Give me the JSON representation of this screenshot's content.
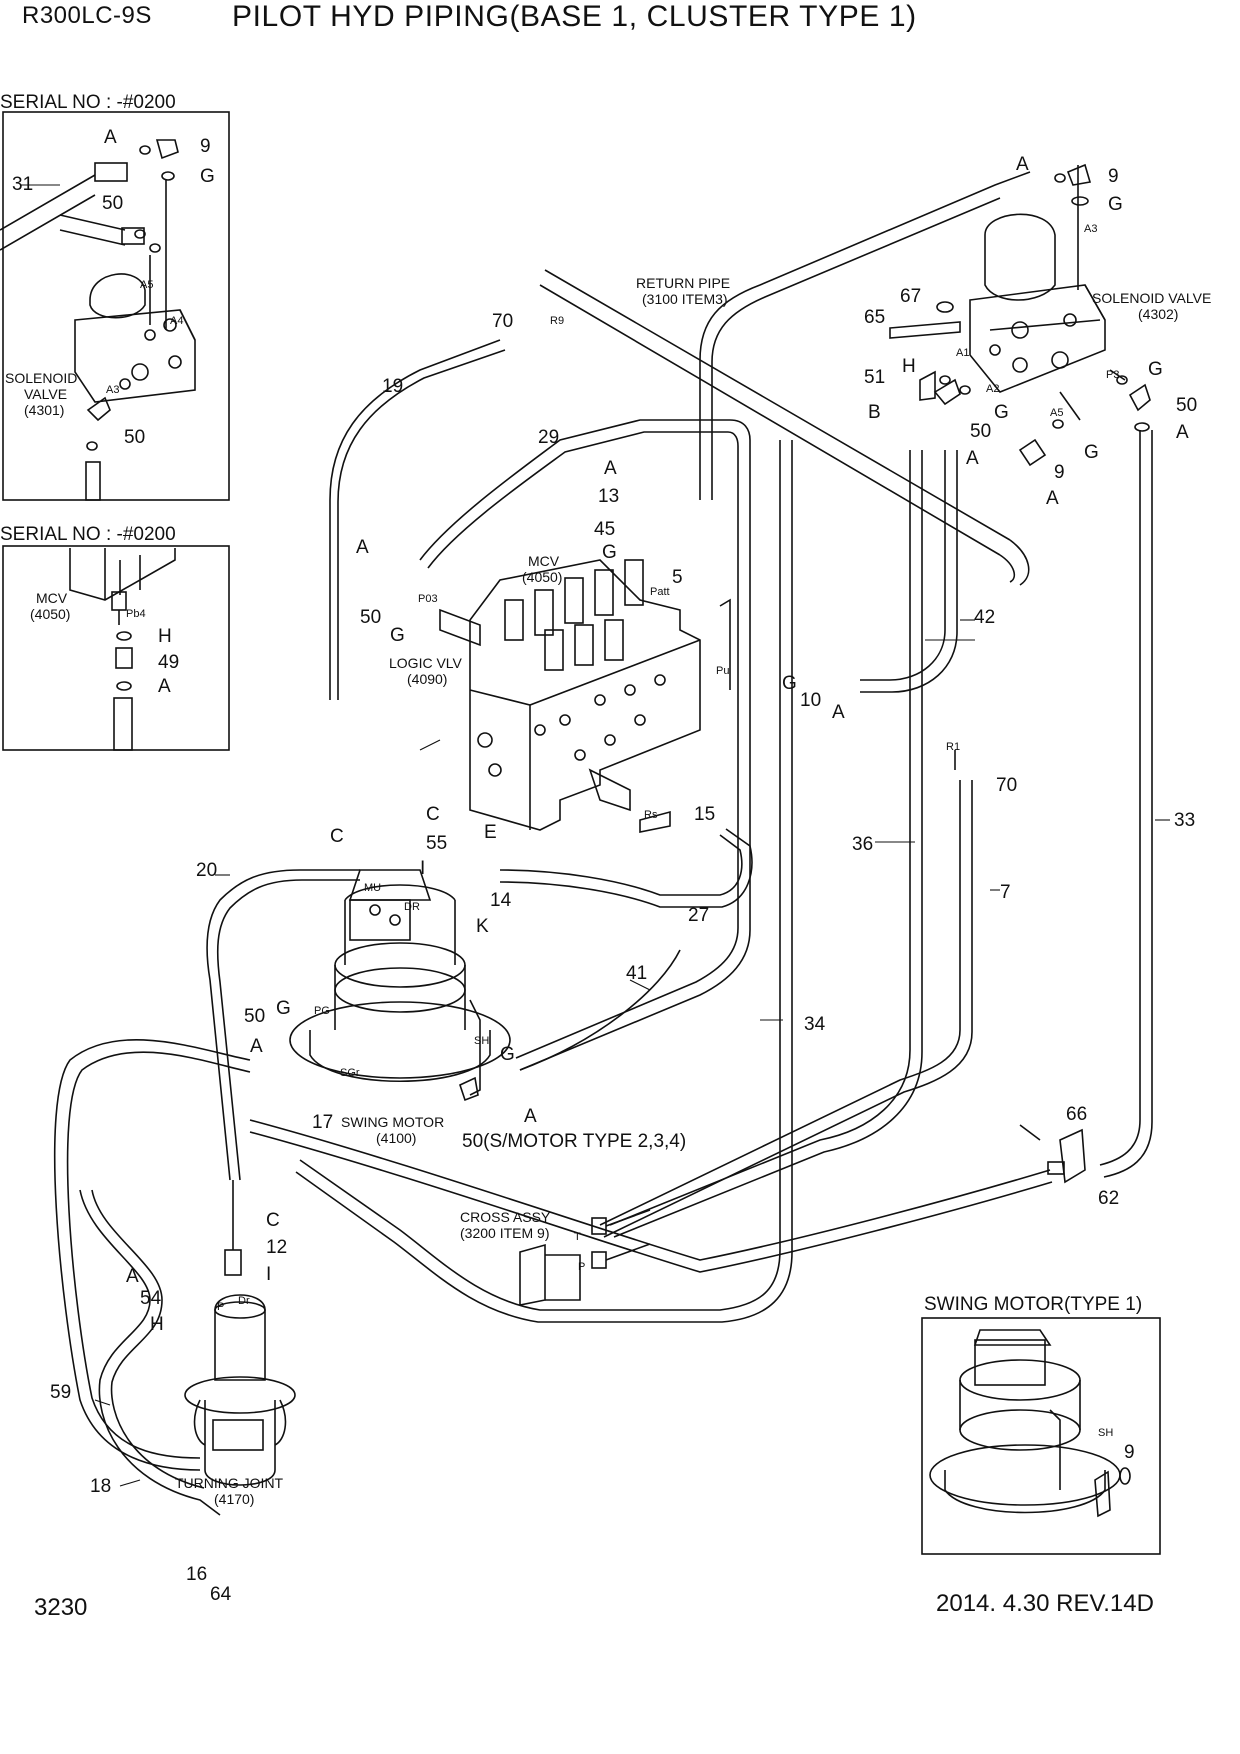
{
  "header": {
    "model": "R300LC-9S",
    "title": "PILOT HYD PIPING(BASE 1, CLUSTER TYPE 1)"
  },
  "footer": {
    "page_number": "3230",
    "revision": "2014. 4.30  REV.14D"
  },
  "insets": {
    "serial_top": "SERIAL NO : -#0200",
    "serial_mid": "SERIAL NO : -#0200",
    "swing_motor_type1": "SWING MOTOR(TYPE 1)"
  },
  "components": {
    "return_pipe": [
      "RETURN PIPE",
      "(3100 ITEM3)"
    ],
    "solenoid_valve": [
      "SOLENOID VALVE",
      "(4302)"
    ],
    "solenoid_valve_inset": [
      "SOLENOID",
      "VALVE",
      "(4301)"
    ],
    "mcv": [
      "MCV",
      "(4050)"
    ],
    "mcv_inset": [
      "MCV",
      "(4050)"
    ],
    "logic_valve": [
      "LOGIC VLV",
      "(4090)"
    ],
    "swing_motor": [
      "SWING MOTOR",
      "(4100)"
    ],
    "cross_assy": [
      "CROSS ASSY",
      "(3200 ITEM 9)"
    ],
    "turning_joint": [
      "TURNING JOINT",
      "(4170)"
    ],
    "smotor_note": "50(S/MOTOR TYPE 2,3,4)"
  },
  "callouts": [
    {
      "id": "c1",
      "text": "A"
    },
    {
      "id": "c2",
      "text": "9"
    },
    {
      "id": "c3",
      "text": "G"
    },
    {
      "id": "c4",
      "text": "31"
    },
    {
      "id": "c5",
      "text": "50"
    },
    {
      "id": "c6",
      "text": "50"
    },
    {
      "id": "c7",
      "text": "H"
    },
    {
      "id": "c8",
      "text": "49"
    },
    {
      "id": "c9",
      "text": "A"
    },
    {
      "id": "c10",
      "text": "A"
    },
    {
      "id": "c11",
      "text": "9"
    },
    {
      "id": "c12",
      "text": "G"
    },
    {
      "id": "c13",
      "text": "67"
    },
    {
      "id": "c14",
      "text": "65"
    },
    {
      "id": "c15",
      "text": "51"
    },
    {
      "id": "c16",
      "text": "H"
    },
    {
      "id": "c17",
      "text": "G"
    },
    {
      "id": "c18",
      "text": "50"
    },
    {
      "id": "c19",
      "text": "B"
    },
    {
      "id": "c20",
      "text": "50"
    },
    {
      "id": "c21",
      "text": "G"
    },
    {
      "id": "c22",
      "text": "A"
    },
    {
      "id": "c23",
      "text": "A"
    },
    {
      "id": "c24",
      "text": "9"
    },
    {
      "id": "c25",
      "text": "G"
    },
    {
      "id": "c26",
      "text": "A"
    },
    {
      "id": "c27",
      "text": "70"
    },
    {
      "id": "c28",
      "text": "19"
    },
    {
      "id": "c29",
      "text": "29"
    },
    {
      "id": "c30",
      "text": "A"
    },
    {
      "id": "c31",
      "text": "13"
    },
    {
      "id": "c32",
      "text": "45"
    },
    {
      "id": "c33",
      "text": "G"
    },
    {
      "id": "c34",
      "text": "5"
    },
    {
      "id": "c35",
      "text": "A"
    },
    {
      "id": "c36",
      "text": "50"
    },
    {
      "id": "c37",
      "text": "G"
    },
    {
      "id": "c38",
      "text": "42"
    },
    {
      "id": "c39",
      "text": "G"
    },
    {
      "id": "c40",
      "text": "10"
    },
    {
      "id": "c41",
      "text": "A"
    },
    {
      "id": "c42",
      "text": "70"
    },
    {
      "id": "c43",
      "text": "33"
    },
    {
      "id": "c44",
      "text": "36"
    },
    {
      "id": "c45",
      "text": "7"
    },
    {
      "id": "c46",
      "text": "C"
    },
    {
      "id": "c47",
      "text": "C"
    },
    {
      "id": "c48",
      "text": "55"
    },
    {
      "id": "c49",
      "text": "I"
    },
    {
      "id": "c50",
      "text": "20"
    },
    {
      "id": "c51",
      "text": "E"
    },
    {
      "id": "c52",
      "text": "15"
    },
    {
      "id": "c53",
      "text": "14"
    },
    {
      "id": "c54",
      "text": "K"
    },
    {
      "id": "c55",
      "text": "27"
    },
    {
      "id": "c56",
      "text": "41"
    },
    {
      "id": "c57",
      "text": "34"
    },
    {
      "id": "c58",
      "text": "G"
    },
    {
      "id": "c59",
      "text": "50"
    },
    {
      "id": "c60",
      "text": "A"
    },
    {
      "id": "c61",
      "text": "G"
    },
    {
      "id": "c62",
      "text": "A"
    },
    {
      "id": "c63",
      "text": "17"
    },
    {
      "id": "c64",
      "text": "66"
    },
    {
      "id": "c65",
      "text": "62"
    },
    {
      "id": "c66",
      "text": "C"
    },
    {
      "id": "c67",
      "text": "12"
    },
    {
      "id": "c68",
      "text": "I"
    },
    {
      "id": "c69",
      "text": "A"
    },
    {
      "id": "c70",
      "text": "54"
    },
    {
      "id": "c71",
      "text": "H"
    },
    {
      "id": "c72",
      "text": "59"
    },
    {
      "id": "c73",
      "text": "18"
    },
    {
      "id": "c74",
      "text": "16"
    },
    {
      "id": "c75",
      "text": "64"
    },
    {
      "id": "c76",
      "text": "9"
    }
  ],
  "ports": [
    {
      "id": "p1",
      "text": "A5"
    },
    {
      "id": "p2",
      "text": "A4"
    },
    {
      "id": "p3",
      "text": "A3"
    },
    {
      "id": "p4",
      "text": "Pb4"
    },
    {
      "id": "p5",
      "text": "A3"
    },
    {
      "id": "p6",
      "text": "A1"
    },
    {
      "id": "p7",
      "text": "A2"
    },
    {
      "id": "p8",
      "text": "A5"
    },
    {
      "id": "p9",
      "text": "P3"
    },
    {
      "id": "p10",
      "text": "R9"
    },
    {
      "id": "p11",
      "text": "P03"
    },
    {
      "id": "p12",
      "text": "Patt"
    },
    {
      "id": "p13",
      "text": "Pu"
    },
    {
      "id": "p14",
      "text": "R1"
    },
    {
      "id": "p15",
      "text": "Rs"
    },
    {
      "id": "p16",
      "text": "MU"
    },
    {
      "id": "p17",
      "text": "DR"
    },
    {
      "id": "p18",
      "text": "PG"
    },
    {
      "id": "p19",
      "text": "SH"
    },
    {
      "id": "p20",
      "text": "SGr"
    },
    {
      "id": "p21",
      "text": "T"
    },
    {
      "id": "p22",
      "text": "P"
    },
    {
      "id": "p23",
      "text": "P"
    },
    {
      "id": "p24",
      "text": "Dr"
    },
    {
      "id": "p25",
      "text": "SH"
    }
  ]
}
